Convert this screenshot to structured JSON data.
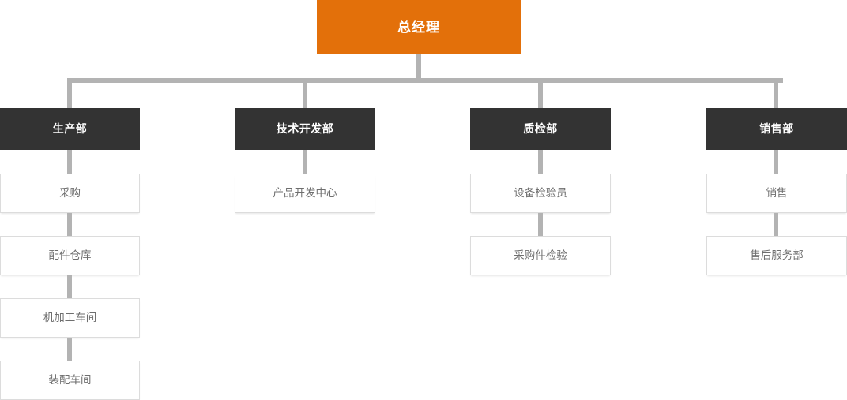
{
  "chart_data": {
    "type": "diagram",
    "diagram_type": "organizational-chart",
    "title": "",
    "colors": {
      "root_fill": "#e3700a",
      "root_text": "#ffffff",
      "department_fill": "#333333",
      "department_text": "#ffffff",
      "leaf_fill": "#ffffff",
      "leaf_text": "#6e6e6e",
      "leaf_border": "#dcdcdc",
      "connector": "#b3b3b3",
      "background": "#ffffff"
    },
    "root": {
      "label": "总经理",
      "level": 0
    },
    "departments": [
      {
        "label": "生产部",
        "level": 1,
        "children": [
          {
            "label": "采购",
            "level": 2
          },
          {
            "label": "配件仓库",
            "level": 2
          },
          {
            "label": "机加工车间",
            "level": 2
          },
          {
            "label": "装配车间",
            "level": 2
          }
        ]
      },
      {
        "label": "技术开发部",
        "level": 1,
        "children": [
          {
            "label": "产品开发中心",
            "level": 2
          }
        ]
      },
      {
        "label": "质检部",
        "level": 1,
        "children": [
          {
            "label": "设备检验员",
            "level": 2
          },
          {
            "label": "采购件检验",
            "level": 2
          }
        ]
      },
      {
        "label": "销售部",
        "level": 1,
        "children": [
          {
            "label": "销售",
            "level": 2
          },
          {
            "label": "售后服务部",
            "level": 2
          }
        ]
      }
    ]
  },
  "root": {
    "label": "总经理"
  },
  "columns": [
    {
      "department": "生产部",
      "children": [
        "采购",
        "配件仓库",
        "机加工车间",
        "装配车间"
      ]
    },
    {
      "department": "技术开发部",
      "children": [
        "产品开发中心"
      ]
    },
    {
      "department": "质检部",
      "children": [
        "设备检验员",
        "采购件检验"
      ]
    },
    {
      "department": "销售部",
      "children": [
        "销售",
        "售后服务部"
      ]
    }
  ]
}
